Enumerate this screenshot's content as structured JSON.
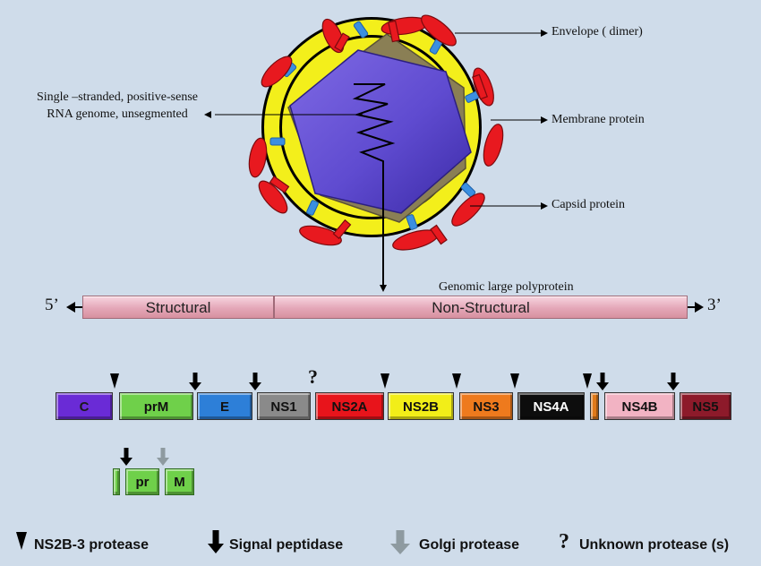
{
  "virion": {
    "labels": {
      "envelope": "Envelope ( dimer)",
      "membrane": "Membrane protein",
      "capsid": "Capsid protein",
      "genome": "Single –stranded, positive-sense RNA genome, unsegmented"
    }
  },
  "polyprotein": {
    "title": "Genomic large polyprotein",
    "five_prime": "5’",
    "three_prime": "3’",
    "structural": "Structural",
    "non_structural": "Non-Structural"
  },
  "genes": [
    {
      "label": "C",
      "color": "#6a2bd6"
    },
    {
      "label": "prM",
      "color": "#6fd04a"
    },
    {
      "label": "E",
      "color": "#2d7fd8"
    },
    {
      "label": "NS1",
      "color": "#8a8a8a"
    },
    {
      "label": "NS2A",
      "color": "#e8141b"
    },
    {
      "label": "NS2B",
      "color": "#f2ee18"
    },
    {
      "label": "NS3",
      "color": "#ee7a1d"
    },
    {
      "label": "NS4A",
      "color": "#0d0d0d"
    },
    {
      "label": "",
      "color": "#e07a1a"
    },
    {
      "label": "NS4B",
      "color": "#f2b3c3"
    },
    {
      "label": "NS5",
      "color": "#8d1a2a"
    }
  ],
  "cleavage": {
    "prm": [
      "pr",
      "M"
    ],
    "unknown_mark": "?"
  },
  "legend": {
    "ns2b3": "NS2B-3 protease",
    "signal": "Signal peptidase",
    "golgi": "Golgi protease",
    "unknown": "Unknown protease (s)",
    "unknown_symbol": "?"
  }
}
